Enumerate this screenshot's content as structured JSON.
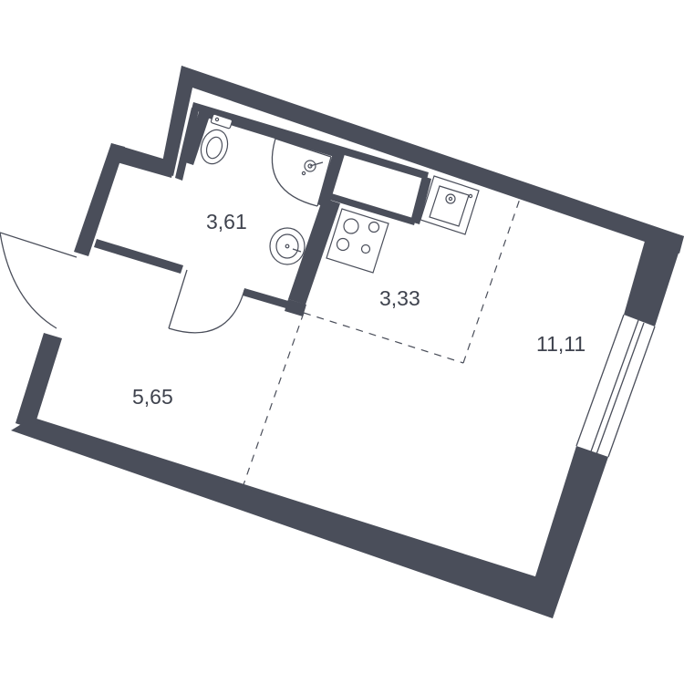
{
  "rooms": {
    "bathroom": {
      "area": "3,61"
    },
    "kitchen": {
      "area": "3,33"
    },
    "living": {
      "area": "11,11"
    },
    "hallway": {
      "area": "5,65"
    }
  },
  "colors": {
    "walls": "#4a4e5a",
    "background": "#ffffff",
    "labels": "#3f434e"
  },
  "icons": [
    "toilet-icon",
    "shower-icon",
    "washbasin-icon",
    "sink-icon",
    "stove-icon",
    "door-icon",
    "window-icon"
  ]
}
